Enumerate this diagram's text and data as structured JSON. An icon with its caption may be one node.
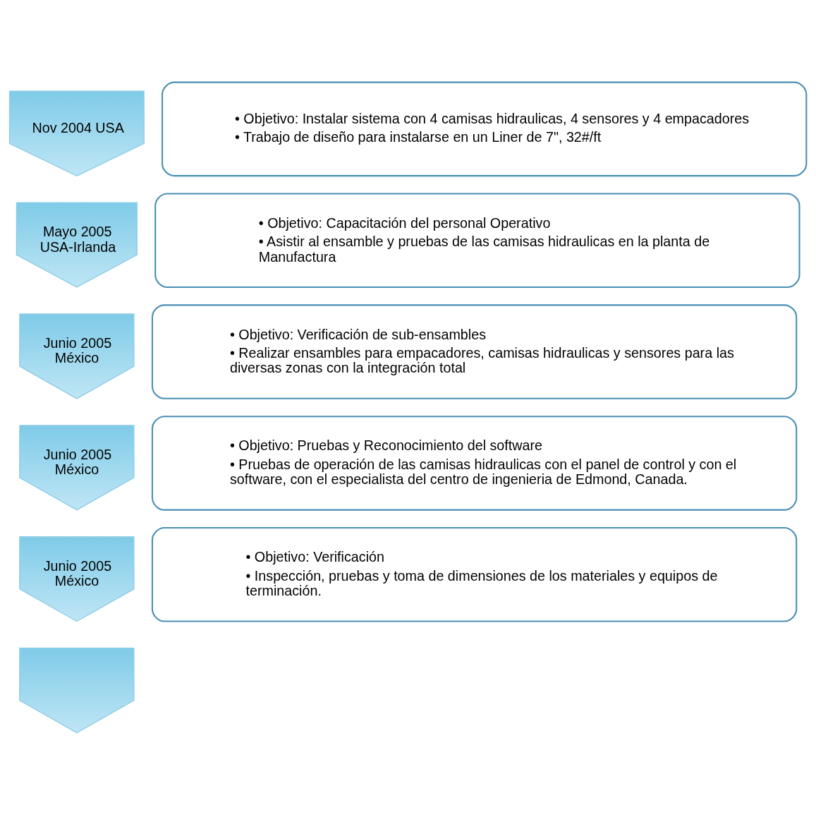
{
  "diagram": {
    "nodes": [
      {
        "text": [
          "Nov 2004 USA"
        ]
      },
      {
        "text": [
          "• Objetivo: Instalar sistema con 4 camisas hidraulicas, 4 sensores y 4 empacadores",
          "• Trabajo de diseño para instalarse en un Liner de 7\", 32#/ft"
        ]
      },
      {
        "text": [
          "Mayo 2005 USA-Irlanda"
        ]
      },
      {
        "text": [
          "• Objetivo: Capacitación del personal Operativo",
          "• Asistir al ensamble y pruebas de las camisas hidraulicas en la planta de Manufactura"
        ]
      },
      {
        "text": [
          "Junio 2005 México"
        ]
      },
      {
        "text": [
          "• Objetivo: Verificación de sub-ensambles",
          "• Realizar ensambles para empacadores, camisas hidraulicas y sensores para las diversas zonas con la integración total"
        ]
      },
      {
        "text": [
          "Junio 2005 México"
        ]
      },
      {
        "text": [
          "• Objetivo: Pruebas y Reconocimiento del software",
          "• Pruebas de operación de las camisas hidraulicas con el panel de control y con el software, con el especialista del centro de ingenieria de Edmond, Canada."
        ]
      },
      {
        "text": [
          "Junio 2005 México"
        ]
      },
      {
        "text": [
          "• Objetivo: Verificación",
          "• Inspección, pruebas y toma de dimensiones de los materiales y equipos de terminación."
        ]
      },
      {
        "text": [],
        "shape": "chevron"
      }
    ]
  }
}
